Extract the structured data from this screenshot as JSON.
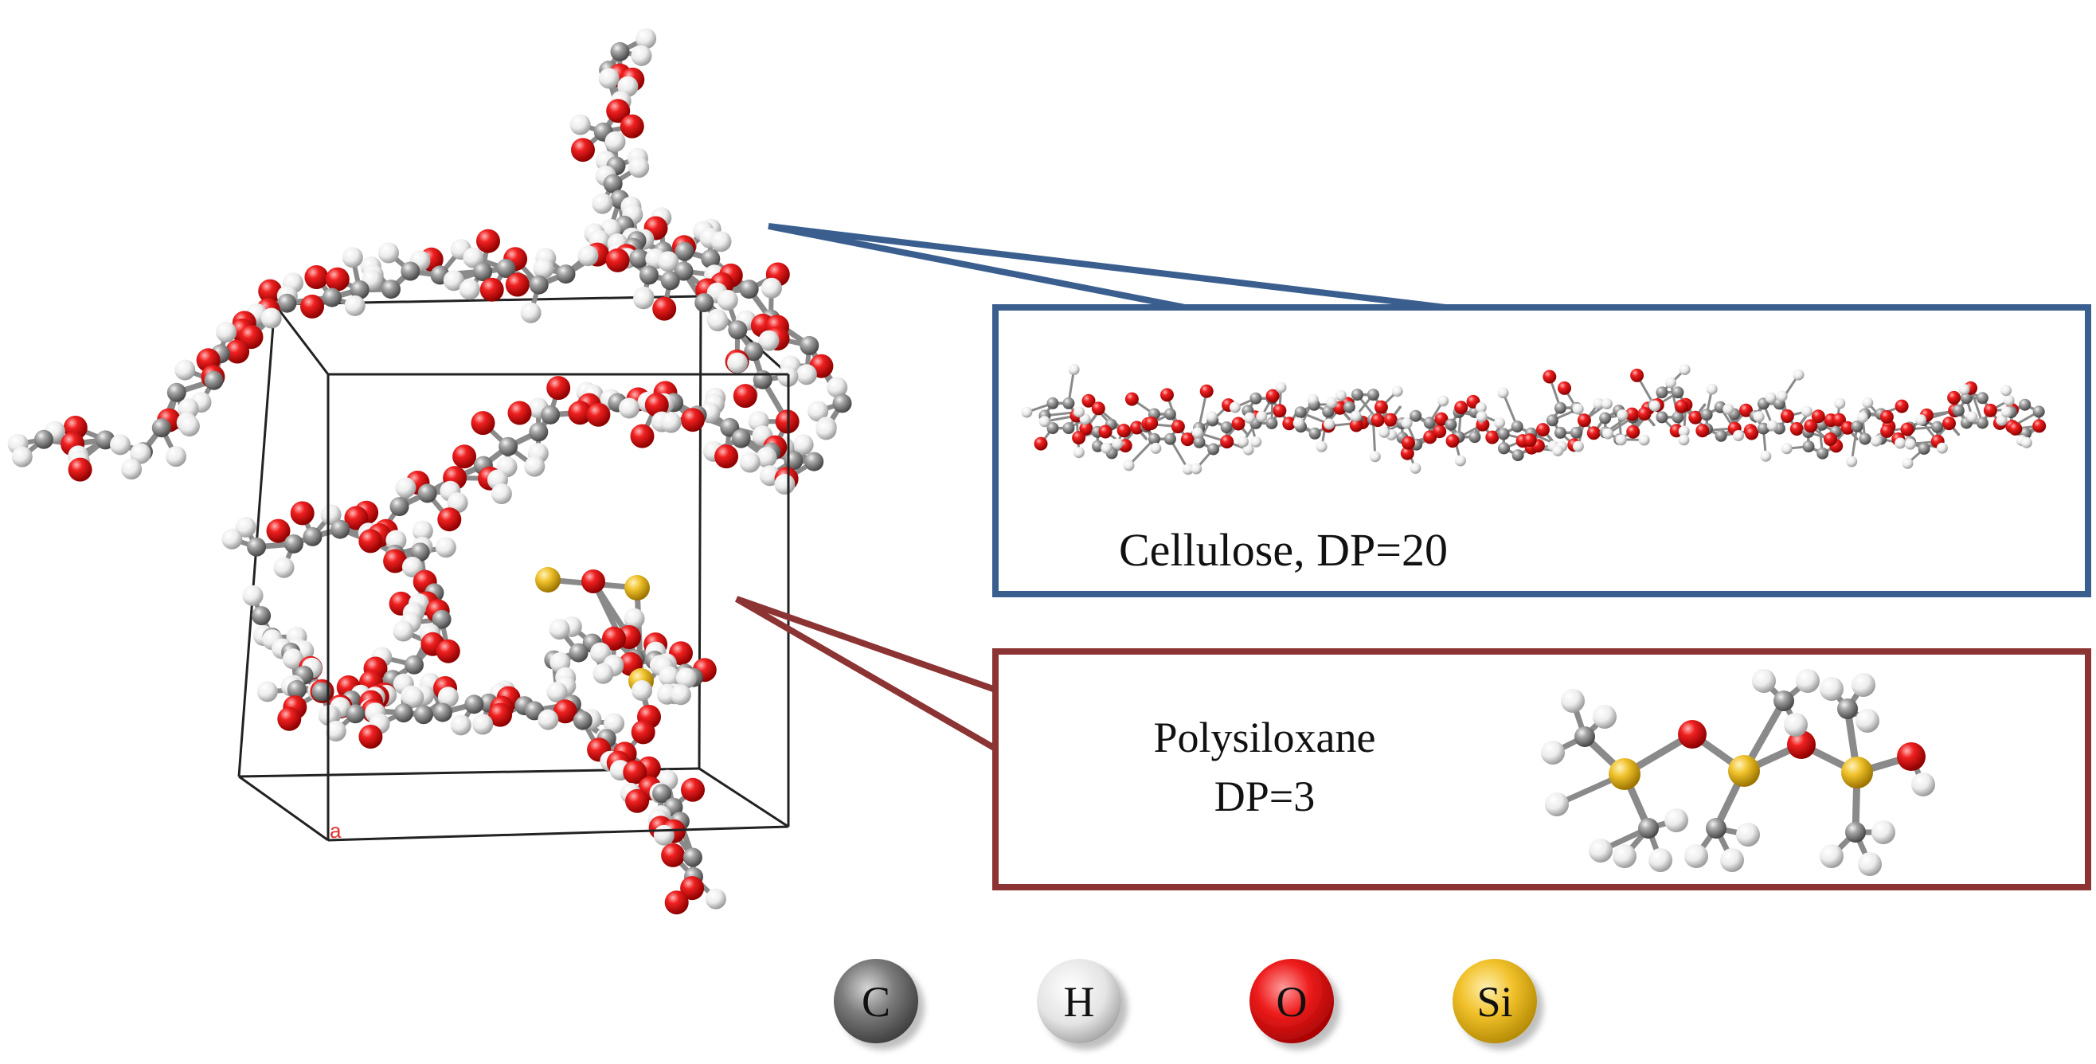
{
  "callouts": {
    "cellulose": {
      "label": "Cellulose, DP=20",
      "border_color": "#3a5f8f"
    },
    "polysiloxane": {
      "label_line1": "Polysiloxane",
      "label_line2": "DP=3",
      "border_color": "#8c3434"
    }
  },
  "simulation_cell": {
    "origin_marker": "a"
  },
  "atom_colors": {
    "C": "#808080",
    "H": "#f0f0f0",
    "O": "#e01818",
    "Si": "#e8c030"
  },
  "legend": [
    {
      "symbol": "C",
      "color": "#707070",
      "icon": "carbon-sphere"
    },
    {
      "symbol": "H",
      "color": "#e6e6e6",
      "icon": "hydrogen-sphere"
    },
    {
      "symbol": "O",
      "color": "#e81c1c",
      "icon": "oxygen-sphere"
    },
    {
      "symbol": "Si",
      "color": "#f2c22c",
      "icon": "silicon-sphere"
    }
  ]
}
